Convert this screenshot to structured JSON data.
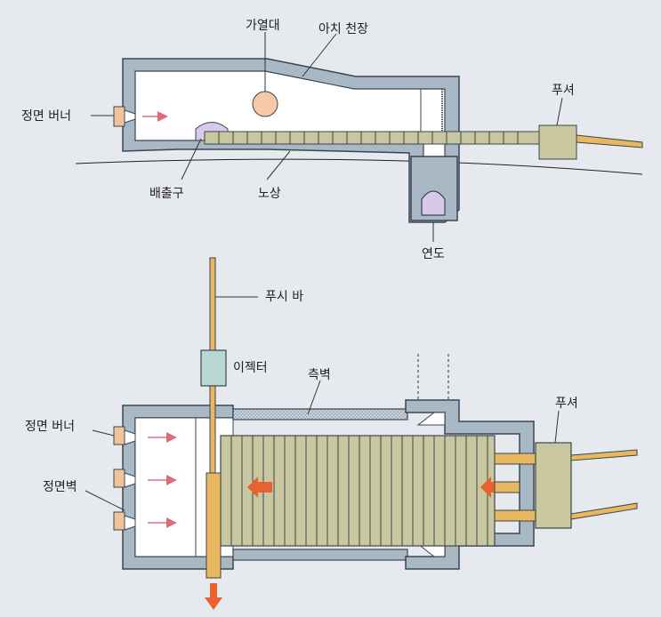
{
  "top_view": {
    "labels": {
      "heating_zone": "가열대",
      "arch_roof": "아치 천장",
      "front_burner": "정면 버너",
      "pusher": "푸셔",
      "discharge_port": "배출구",
      "hearth": "노상",
      "flue": "연도"
    }
  },
  "plan_view": {
    "labels": {
      "push_bar": "푸시 바",
      "ejector": "이젝터",
      "side_wall": "측벽",
      "pusher": "푸셔",
      "front_burner": "정면 버너",
      "front_wall": "정면벽"
    }
  },
  "colors": {
    "wall": "#a8b8c4",
    "wall_stroke": "#3b4650",
    "billet": "#c8c7a0",
    "burner": "#f0c49a",
    "heating_zone": "#f7c9a6",
    "discharge": "#d9c8ea",
    "push_bar": "#e8b760",
    "ejector": "#b9d6d0",
    "arrow": "#e26b7a",
    "orange_arrow": "#e8622f"
  }
}
